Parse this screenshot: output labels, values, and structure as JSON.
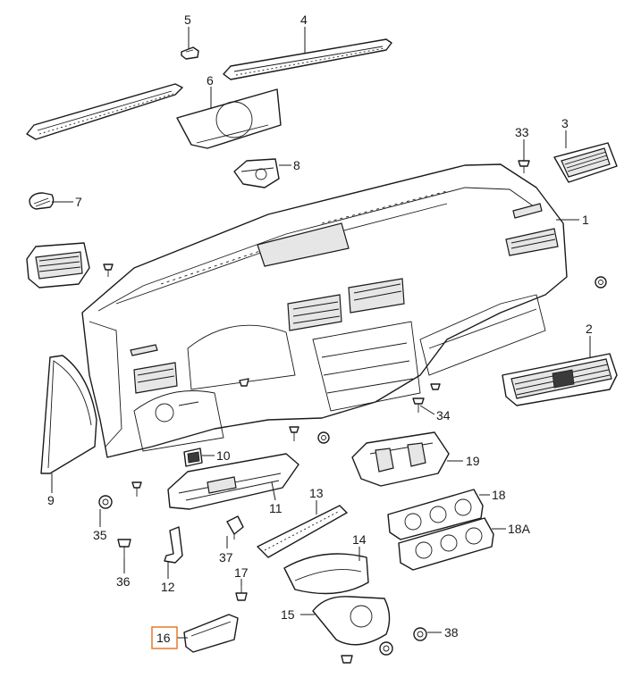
{
  "highlight_color": "#e8792b",
  "highlighted_callout": "16",
  "callouts": {
    "c1": "1",
    "c2": "2",
    "c3": "3",
    "c4": "4",
    "c5": "5",
    "c6": "6",
    "c7": "7",
    "c8": "8",
    "c9": "9",
    "c10": "10",
    "c11": "11",
    "c12": "12",
    "c13": "13",
    "c14": "14",
    "c15": "15",
    "c16": "16",
    "c17": "17",
    "c18": "18",
    "c18a": "18A",
    "c19": "19",
    "c33": "33",
    "c34": "34",
    "c35": "35",
    "c36": "36",
    "c37": "37",
    "c38": "38"
  }
}
